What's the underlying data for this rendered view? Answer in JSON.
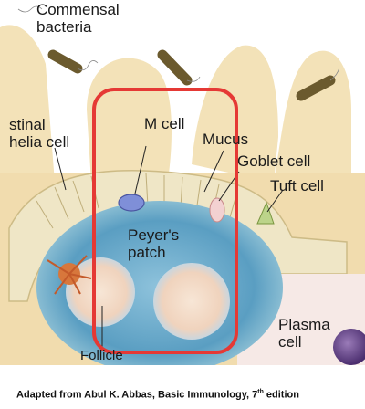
{
  "labels": {
    "commensal_line1": "Commensal",
    "commensal_line2": "bacteria",
    "epithelia_line1": "stinal",
    "epithelia_line2": "helia cell",
    "m_cell": "M cell",
    "mucus": "Mucus",
    "goblet_cell": "Goblet cell",
    "tuft_cell": "Tuft cell",
    "peyers_line1": "Peyer's",
    "peyers_line2": "patch",
    "plasma_line1": "Plasma",
    "plasma_line2": "cell",
    "follicle": "Follicle"
  },
  "caption": {
    "prefix": "Adapted from Abul K. Abbas, Basic Immunology, 7",
    "superscript": "th",
    "suffix": " edition"
  },
  "colors": {
    "highlight_box": "#e53935",
    "villus": "#f3e2b8",
    "peyers_patch": "#5a9ec2",
    "follicle": "#f3d9c7",
    "bacteria": "#6b5a2e",
    "m_cell": "#7f8fd8"
  }
}
